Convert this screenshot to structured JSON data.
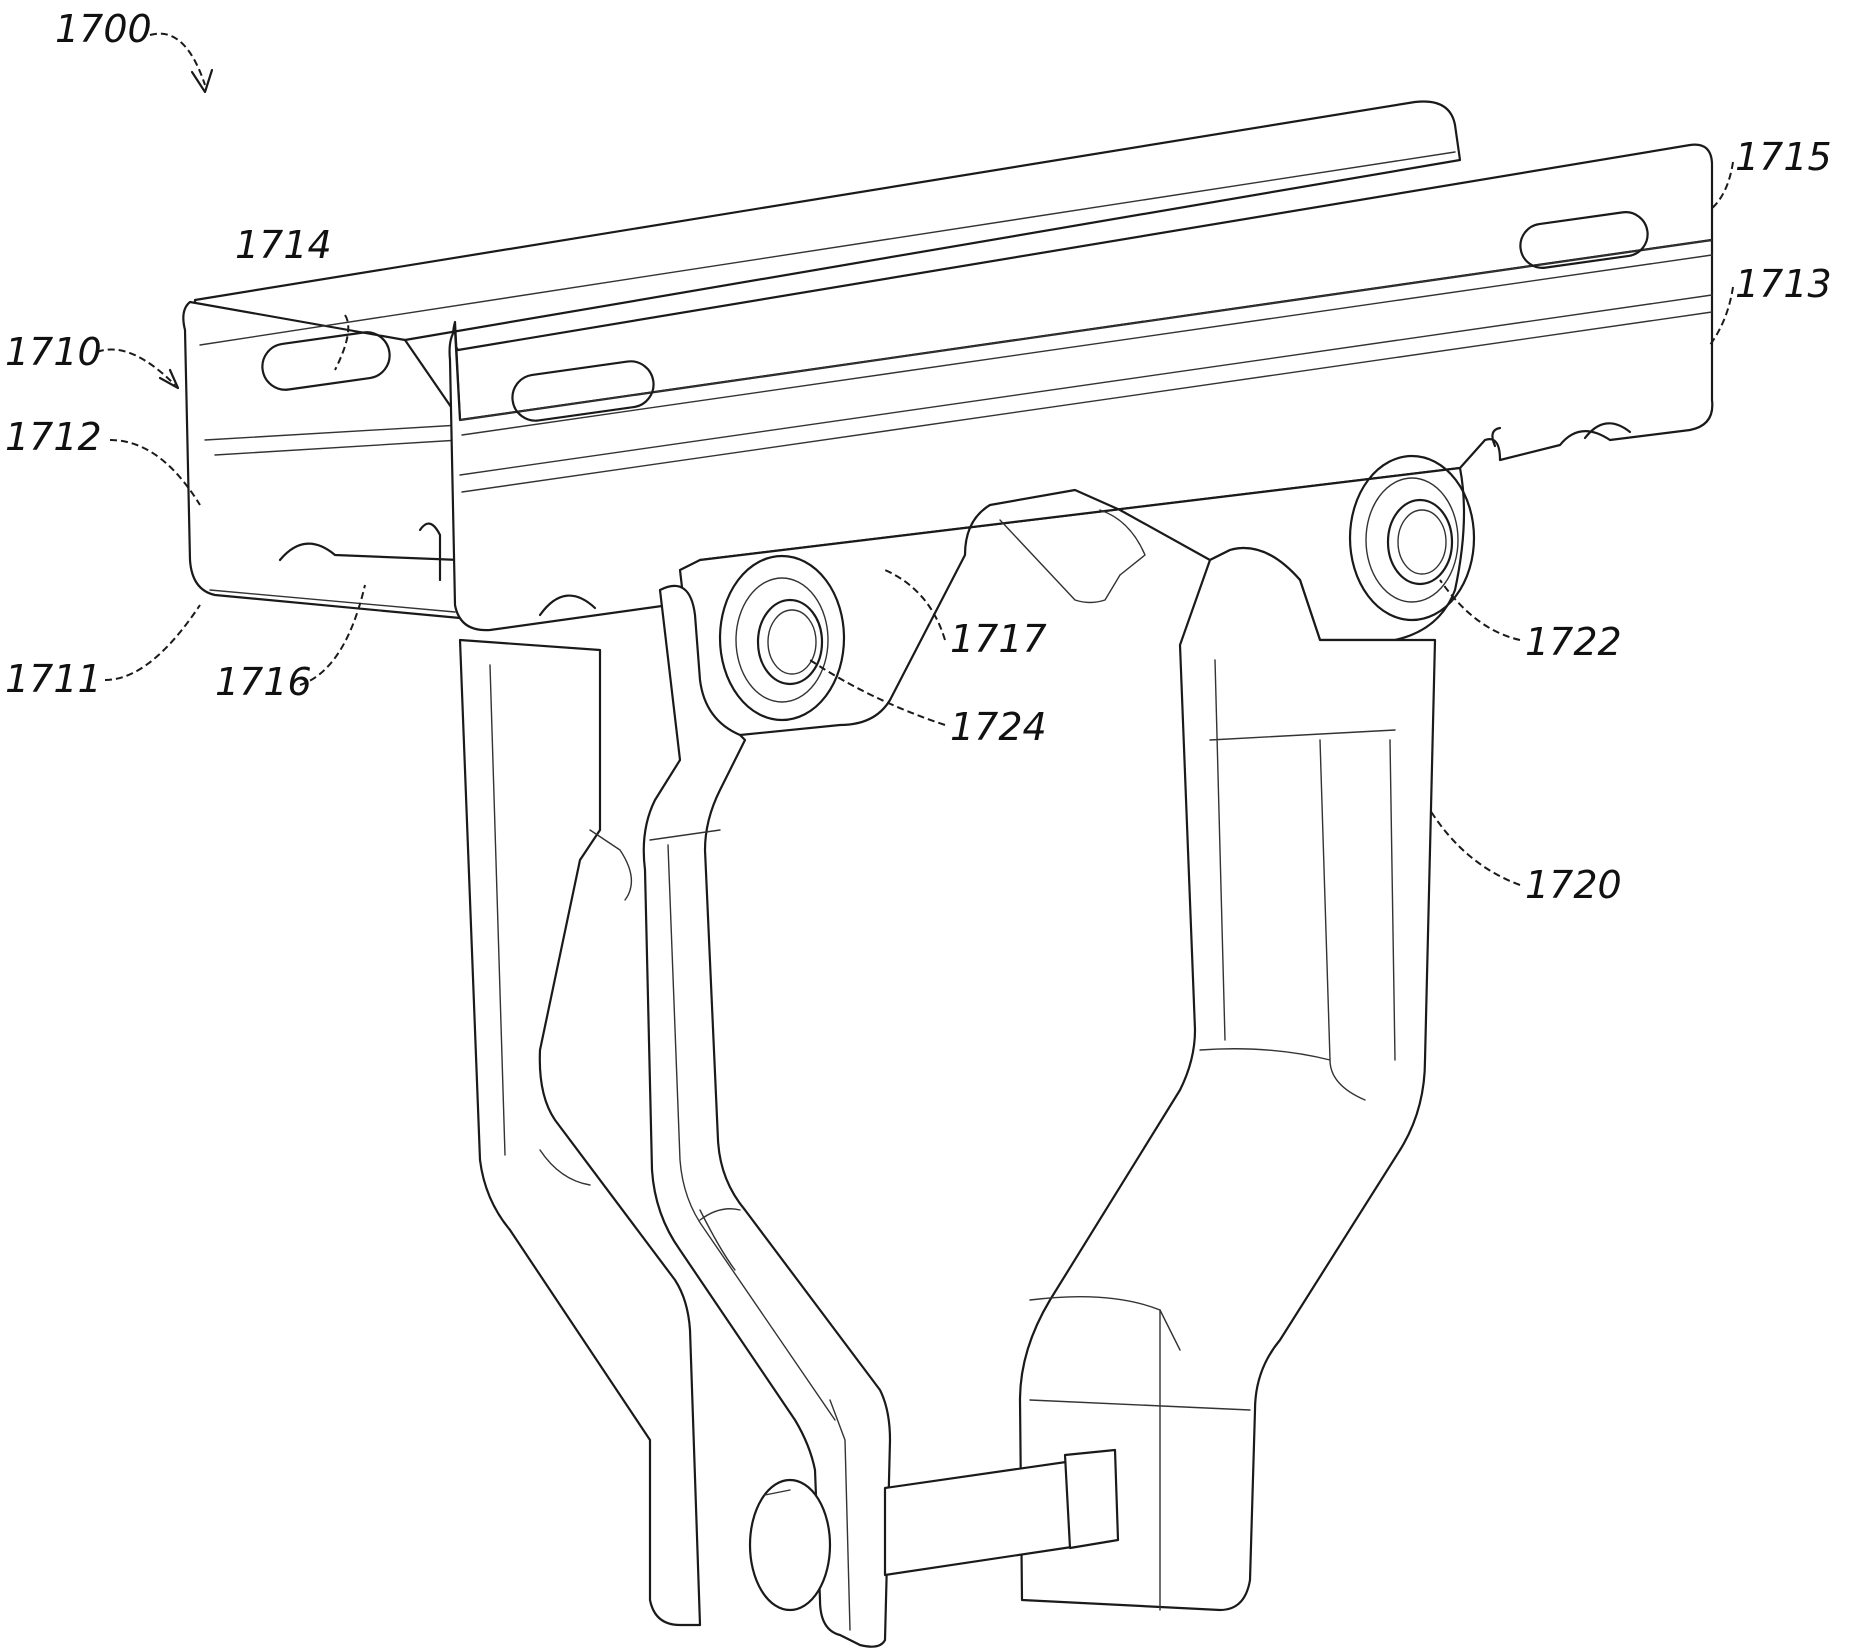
{
  "figure": {
    "labels": {
      "l1700": "1700",
      "l1710": "1710",
      "l1711": "1711",
      "l1712": "1712",
      "l1713": "1713",
      "l1714": "1714",
      "l1715": "1715",
      "l1716": "1716",
      "l1717": "1717",
      "l1720": "1720",
      "l1722": "1722",
      "l1724": "1724"
    }
  }
}
